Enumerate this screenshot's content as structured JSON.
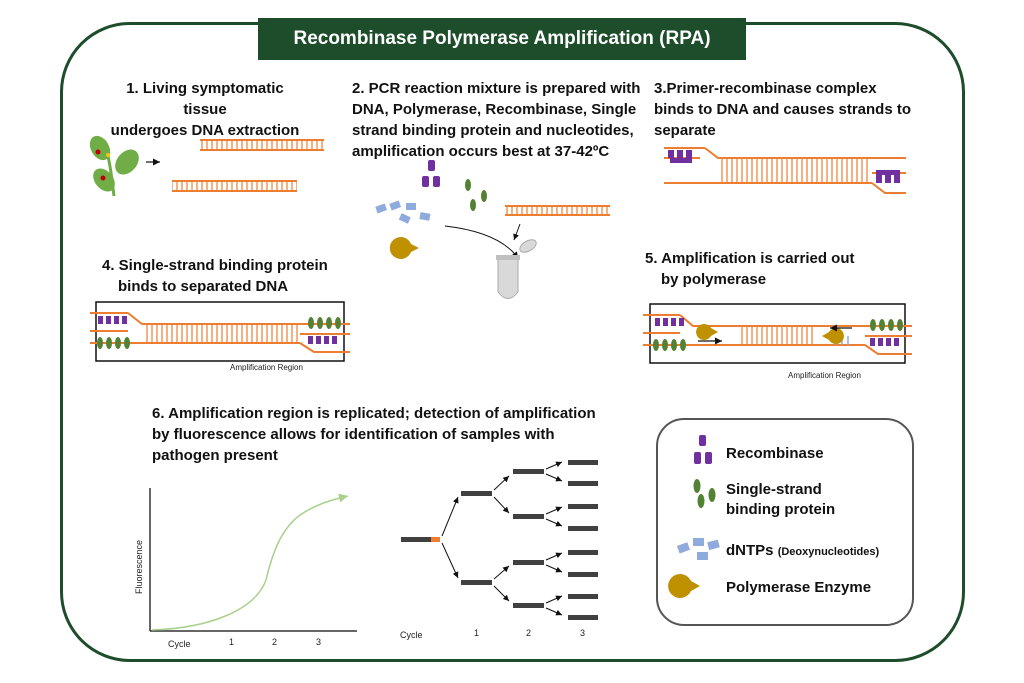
{
  "title": "Recombinase Polymerase Amplification (RPA)",
  "steps": {
    "s1": [
      "1. Living symptomatic tissue",
      "undergoes DNA extraction"
    ],
    "s2": [
      "2. PCR reaction mixture is prepared with",
      "DNA, Polymerase, Recombinase, Single",
      "strand binding protein and nucleotides,",
      "amplification occurs best at 37-42ºC"
    ],
    "s3": [
      "3.Primer-recombinase complex",
      "binds to DNA and causes strands to",
      "separate"
    ],
    "s4": [
      "4. Single-strand binding protein",
      "binds to separated DNA"
    ],
    "s5": [
      "5. Amplification is carried out",
      "by polymerase"
    ],
    "s6": [
      "6. Amplification region is replicated; detection of amplification",
      "by fluorescence allows for identification of samples with",
      "pathogen present"
    ]
  },
  "amplification_region_label": "Amplification Region",
  "fluorescence_plot": {
    "ylabel": "Fluorescence",
    "xlabel": "Cycle",
    "ticks": [
      "1",
      "2",
      "3"
    ]
  },
  "replication_tree": {
    "xlabel": "Cycle",
    "ticks": [
      "1",
      "2",
      "3"
    ]
  },
  "legend": {
    "recombinase": "Recombinase",
    "ssb": [
      "Single-strand",
      "binding protein"
    ],
    "dntps": "dNTPs",
    "dntps_sub": "(Deoxynucleotides)",
    "polymerase": "Polymerase Enzyme"
  },
  "colors": {
    "frame": "#1e4d2b",
    "dna": "#ed7d31",
    "recombinase": "#7030a0",
    "ssb": "#548235",
    "dntp": "#8faadc",
    "polymerase": "#bf9000",
    "curve": "#a9d18e"
  }
}
